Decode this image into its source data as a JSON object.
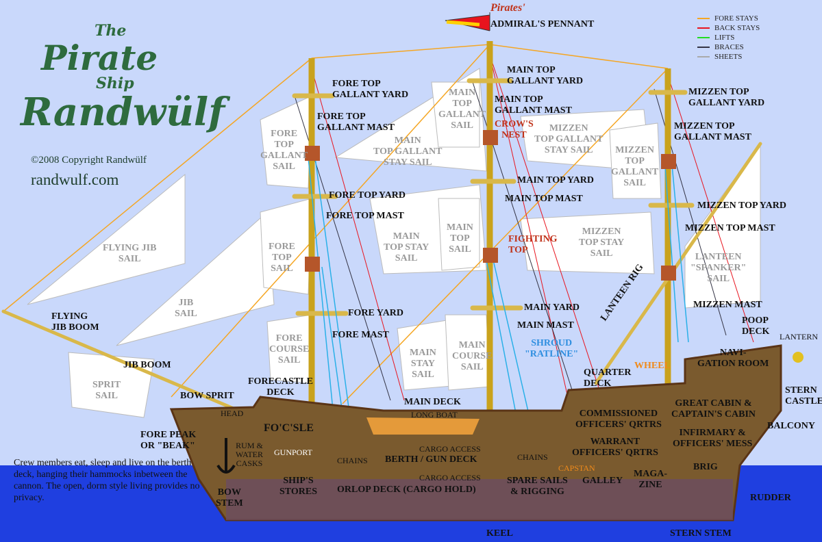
{
  "title": {
    "the": "The",
    "pirate": "Pirate",
    "ship": "Ship",
    "name": "Randwülf",
    "copyright": "©2008 Copyright Randwülf",
    "site": "randwulf.com"
  },
  "pennant": {
    "script": "Pirates'",
    "label": "ADMIRAL'S PENNANT"
  },
  "legend": [
    {
      "label": "FORE STAYS",
      "color": "#f5a623"
    },
    {
      "label": "BACK STAYS",
      "color": "#e8141e"
    },
    {
      "label": "LIFTS",
      "color": "#22dd22"
    },
    {
      "label": "BRACES",
      "color": "#333344"
    },
    {
      "label": "SHEETS",
      "color": "#aaaaaa"
    }
  ],
  "labels": {
    "fore_top_gallant_yard": "FORE TOP\nGALLANT YARD",
    "fore_top_gallant_mast": "FORE TOP\nGALLANT MAST",
    "fore_top_yard": "FORE TOP YARD",
    "fore_top_mast": "FORE TOP MAST",
    "fore_yard": "FORE YARD",
    "fore_mast": "FORE MAST",
    "main_top_gallant_yard": "MAIN TOP\nGALLANT YARD",
    "main_top_gallant_mast": "MAIN TOP\nGALLANT MAST",
    "crows_nest": "CROW'S\nNEST",
    "main_top_yard": "MAIN TOP YARD",
    "main_top_mast": "MAIN TOP MAST",
    "fighting_top": "FIGHTING\nTOP",
    "main_yard": "MAIN YARD",
    "main_mast": "MAIN MAST",
    "shroud": "SHROUD\n\"RATLINE\"",
    "mizzen_top_gallant_yard": "MIZZEN TOP\nGALLANT YARD",
    "mizzen_top_gallant_mast": "MIZZEN TOP\nGALLANT MAST",
    "mizzen_top_yard": "MIZZEN TOP YARD",
    "mizzen_top_mast": "MIZZEN TOP MAST",
    "mizzen_mast": "MIZZEN MAST",
    "lanteen_rig": "LANTEEN RIG",
    "flying_jib_boom": "FLYING\nJIB BOOM",
    "jib_boom": "JIB BOOM",
    "bow_sprit": "BOW SPRIT",
    "head": "HEAD",
    "fore_peak": "FORE PEAK\nOR \"BEAK\"",
    "forecastle_deck": "FORECASTLE\nDECK",
    "main_deck": "MAIN DECK",
    "long_boat": "LONG BOAT",
    "quarter_deck": "QUARTER\nDECK",
    "wheel": "WHEEL",
    "poop_deck": "POOP\nDECK",
    "lantern": "LANTERN",
    "navigation_room": "NAVI-\nGATION ROOM",
    "stern_castle": "STERN\nCASTLE",
    "great_cabin": "GREAT CABIN &\nCAPTAIN'S CABIN",
    "balcony": "BALCONY",
    "commissioned": "COMMISSIONED\nOFFICERS' QRTRS",
    "infirmary": "INFIRMARY &\nOFFICERS' MESS",
    "warrant": "WARRANT\nOFFICERS' QRTRS",
    "brig": "BRIG",
    "capstan": "CAPSTAN",
    "focsle": "FO'C'SLE",
    "rum": "RUM &\nWATER\nCASKS",
    "gunport": "GUNPORT",
    "chains_1": "CHAINS",
    "chains_2": "CHAINS",
    "cargo_access_1": "CARGO ACCESS",
    "cargo_access_2": "CARGO ACCESS",
    "berth": "BERTH / GUN DECK",
    "ships_stores": "SHIP'S\nSTORES",
    "orlop": "ORLOP DECK  (CARGO HOLD)",
    "spare_sails": "SPARE SAILS\n& RIGGING",
    "galley": "GALLEY",
    "magazine": "MAGA-\nZINE",
    "rudder": "RUDDER",
    "bow_stem": "BOW\nSTEM",
    "keel": "KEEL",
    "stern_stem": "STERN STEM"
  },
  "sails": {
    "flying_jib": "FLYING JIB\nSAIL",
    "jib": "JIB\nSAIL",
    "sprit": "SPRIT\nSAIL",
    "fore_top_gallant": "FORE\nTOP\nGALLANT\nSAIL",
    "fore_top": "FORE\nTOP\nSAIL",
    "fore_course": "FORE\nCOURSE\nSAIL",
    "main_top_gallant_stay": "MAIN\nTOP GALLANT\nSTAY SAIL",
    "main_top_stay": "MAIN\nTOP STAY\nSAIL",
    "main_stay": "MAIN\nSTAY\nSAIL",
    "main_top_gallant": "MAIN\nTOP\nGALLANT\nSAIL",
    "main_top": "MAIN\nTOP\nSAIL",
    "main_course": "MAIN\nCOURSE\nSAIL",
    "mizzen_top_gallant_stay": "MIZZEN\nTOP GALLANT\nSTAY SAIL",
    "mizzen_top_stay": "MIZZEN\nTOP STAY\nSAIL",
    "mizzen_top_gallant": "MIZZEN\nTOP\nGALLANT\nSAIL",
    "lanteen_spanker": "LANTEEN\n\"SPANKER\"\nSAIL"
  },
  "note": "Crew members eat, sleep and live on the berth deck, hanging their hammocks inbetween the cannon.  The open, dorm style living provides no privacy."
}
